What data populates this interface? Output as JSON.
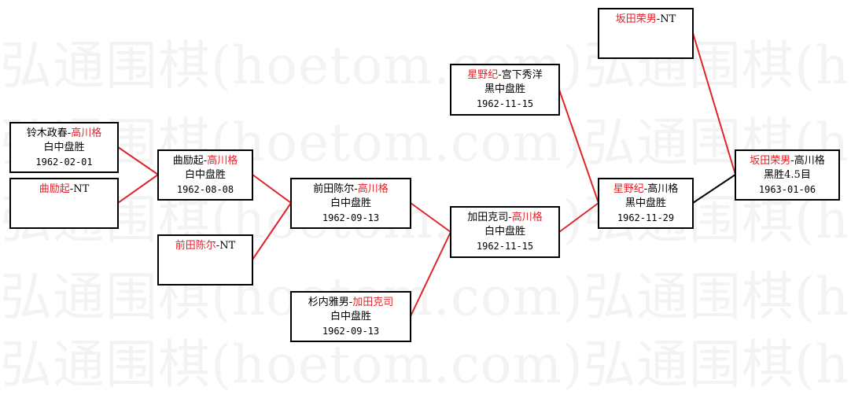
{
  "colors": {
    "winner": "#e0242b",
    "loser_line": "#000000",
    "winner_line": "#e0242b"
  },
  "watermark": "弘通围棋(hoetom.com)弘通围棋(hoetom.com)",
  "games": [
    {
      "id": "g1",
      "p1": "铃木政春",
      "p2": "高川格",
      "winner": 2,
      "result": "白中盘胜",
      "date": "1962-02-01"
    },
    {
      "id": "g2",
      "p1": "曲励起",
      "p2": "NT",
      "winner": 1,
      "result": "",
      "date": ""
    },
    {
      "id": "g3",
      "p1": "曲励起",
      "p2": "高川格",
      "winner": 2,
      "result": "白中盘胜",
      "date": "1962-08-08"
    },
    {
      "id": "g4",
      "p1": "前田陈尔",
      "p2": "NT",
      "winner": 1,
      "result": "",
      "date": ""
    },
    {
      "id": "g5",
      "p1": "前田陈尔",
      "p2": "高川格",
      "winner": 2,
      "result": "白中盘胜",
      "date": "1962-09-13"
    },
    {
      "id": "g6",
      "p1": "杉内雅男",
      "p2": "加田克司",
      "winner": 2,
      "result": "白中盘胜",
      "date": "1962-09-13"
    },
    {
      "id": "g7",
      "p1": "加田克司",
      "p2": "高川格",
      "winner": 2,
      "result": "白中盘胜",
      "date": "1962-11-15"
    },
    {
      "id": "g8",
      "p1": "星野纪",
      "p2": "宫下秀洋",
      "winner": 1,
      "result": "黑中盘胜",
      "date": "1962-11-15"
    },
    {
      "id": "g9",
      "p1": "星野纪",
      "p2": "高川格",
      "winner": 1,
      "result": "黑中盘胜",
      "date": "1962-11-29"
    },
    {
      "id": "g10",
      "p1": "坂田荣男",
      "p2": "NT",
      "winner": 1,
      "result": "",
      "date": ""
    },
    {
      "id": "g11",
      "p1": "坂田荣男",
      "p2": "高川格",
      "winner": 1,
      "result": "黑胜4.5目",
      "date": "1963-01-06"
    }
  ]
}
